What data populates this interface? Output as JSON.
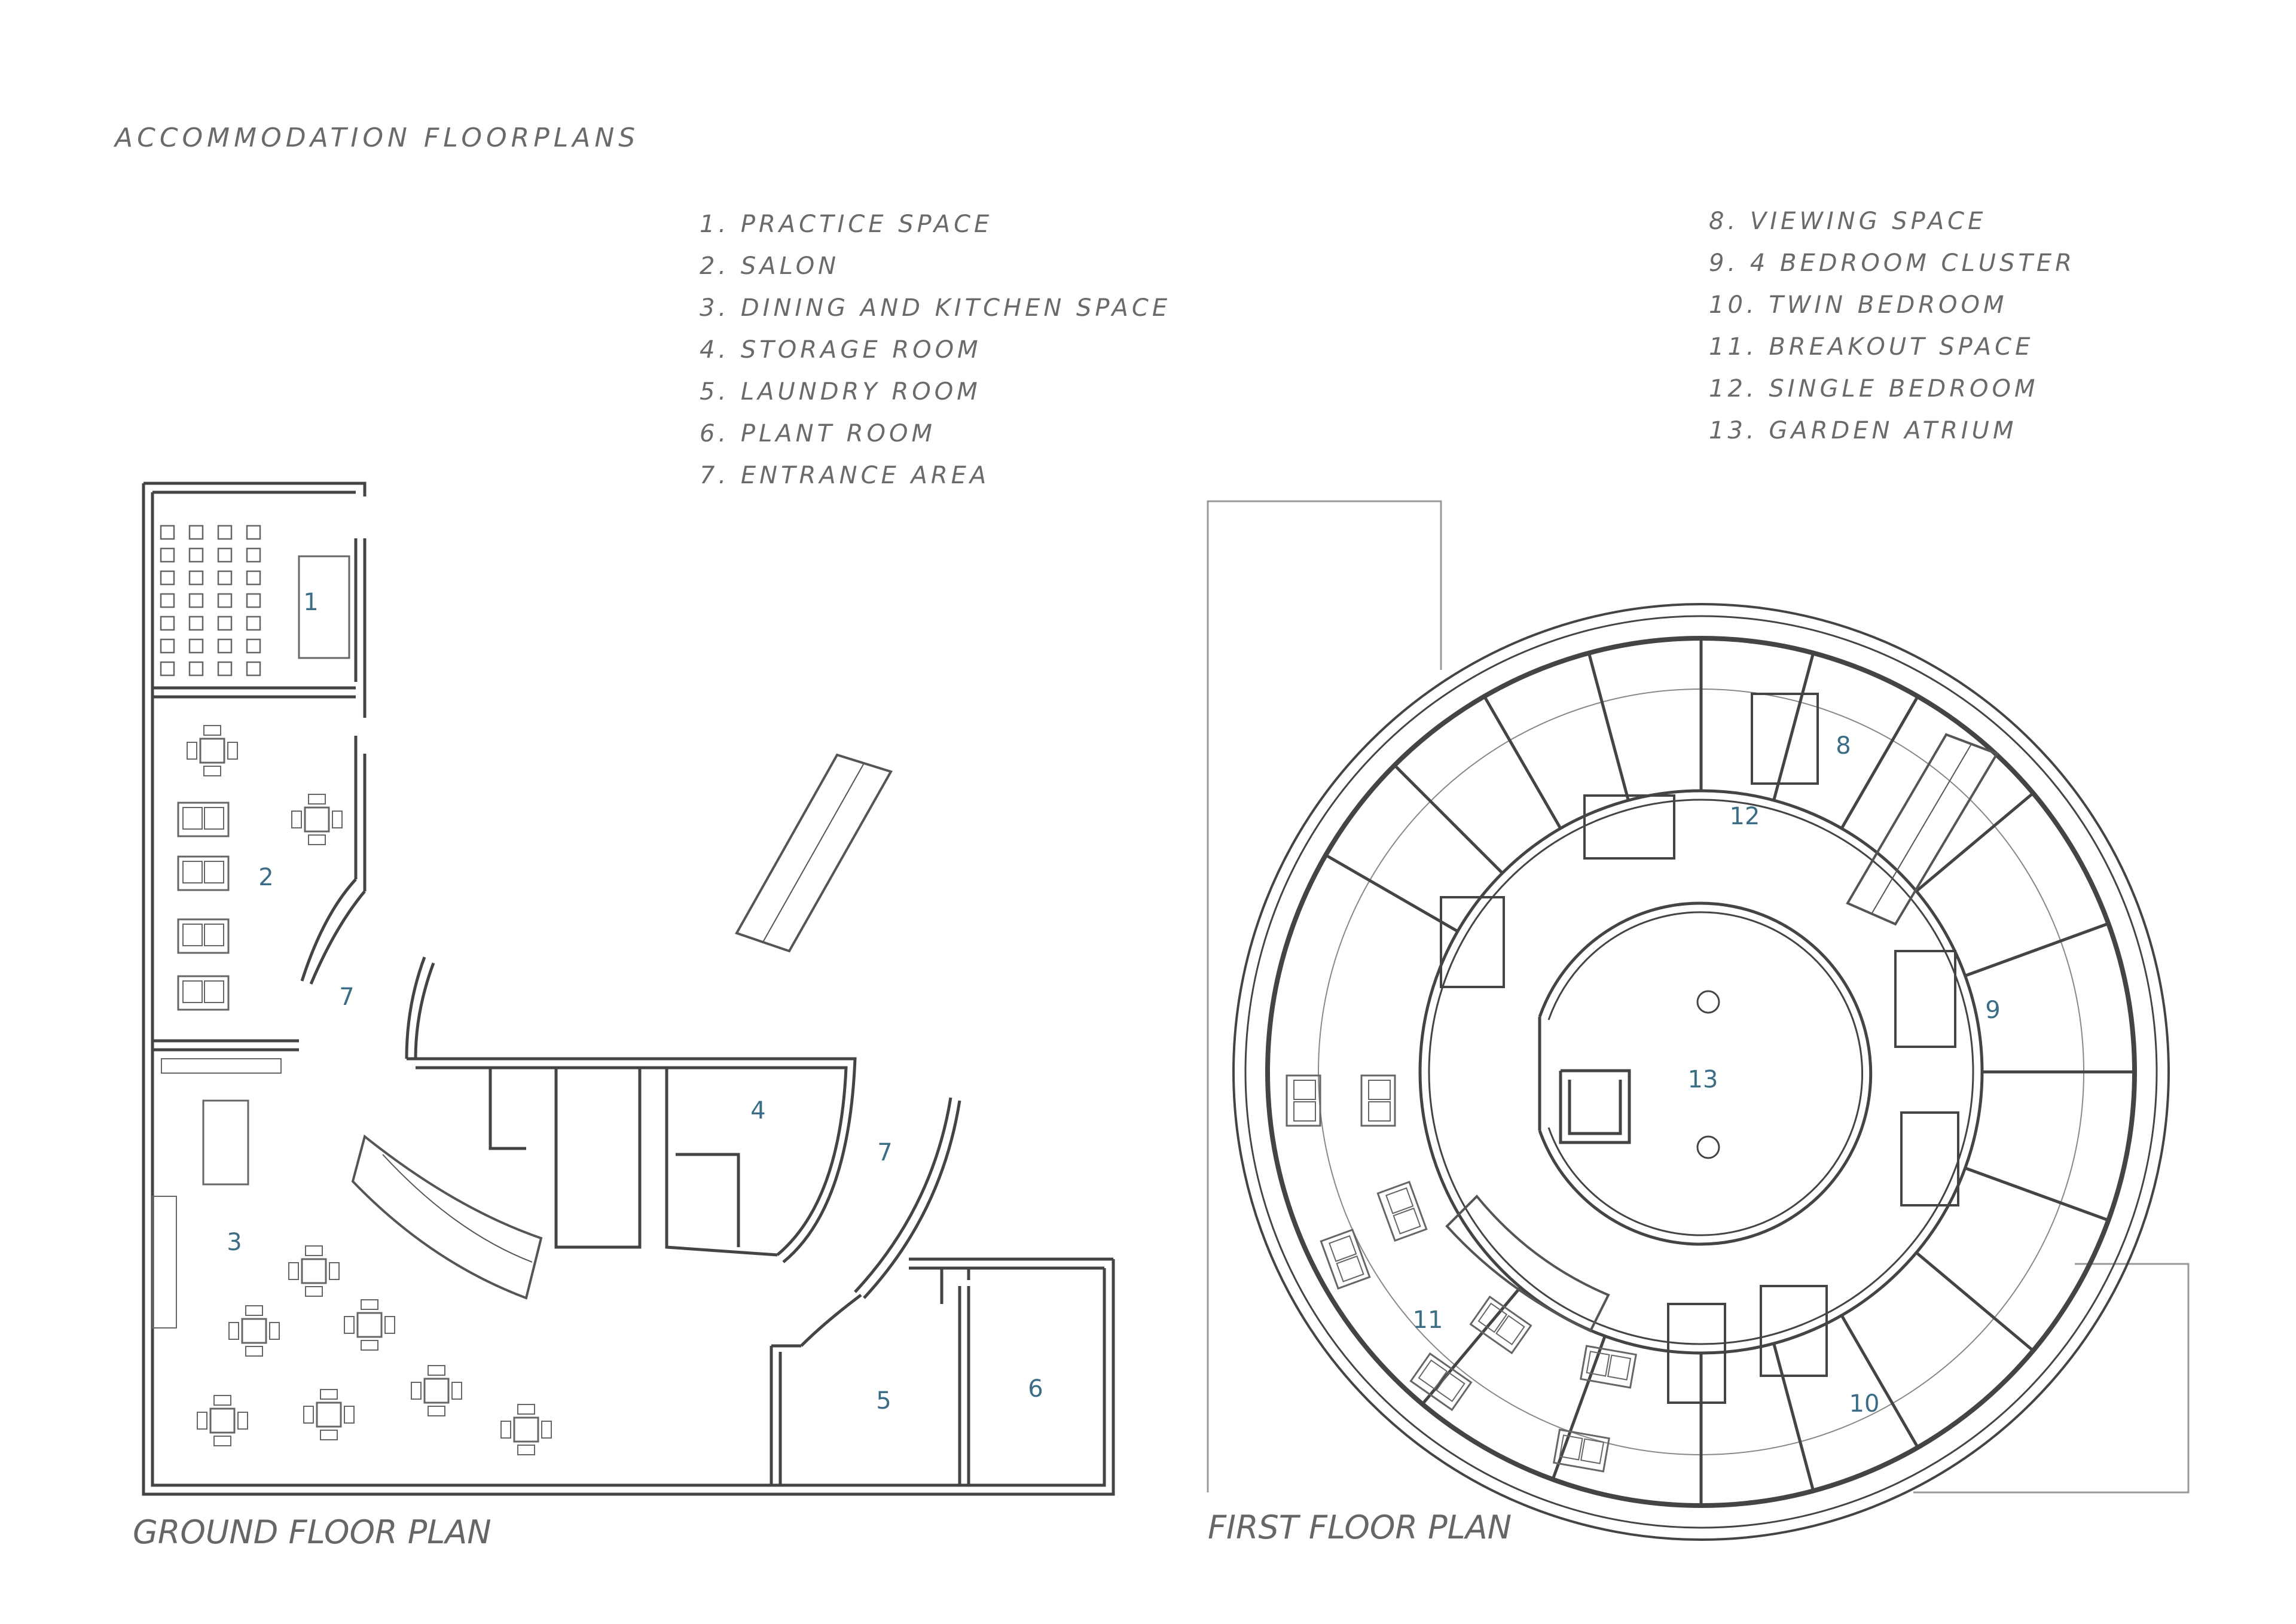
{
  "title": "ACCOMMODATION FLOORPLANS",
  "legend_ground": [
    "1. PRACTICE SPACE",
    "2. SALON",
    "3. DINING AND KITCHEN SPACE",
    "4. STORAGE ROOM",
    "5. LAUNDRY ROOM",
    "6. PLANT ROOM",
    "7. ENTRANCE AREA"
  ],
  "legend_first": [
    "8. VIEWING SPACE",
    "9. 4 BEDROOM CLUSTER",
    "10. TWIN BEDROOM",
    "11. BREAKOUT SPACE",
    "12. SINGLE BEDROOM",
    "13. GARDEN ATRIUM"
  ],
  "ground_label": "GROUND FLOOR PLAN",
  "first_label": "FIRST FLOOR PLAN",
  "rooms": {
    "r1": "1",
    "r2": "2",
    "r3": "3",
    "r4": "4",
    "r5": "5",
    "r6": "6",
    "r7a": "7",
    "r7b": "7",
    "r8": "8",
    "r9": "9",
    "r10": "10",
    "r11": "11",
    "r12": "12",
    "r13": "13"
  },
  "colors": {
    "line": "#444444",
    "room_number": "#3b6e86",
    "text": "#6a6a6a"
  }
}
